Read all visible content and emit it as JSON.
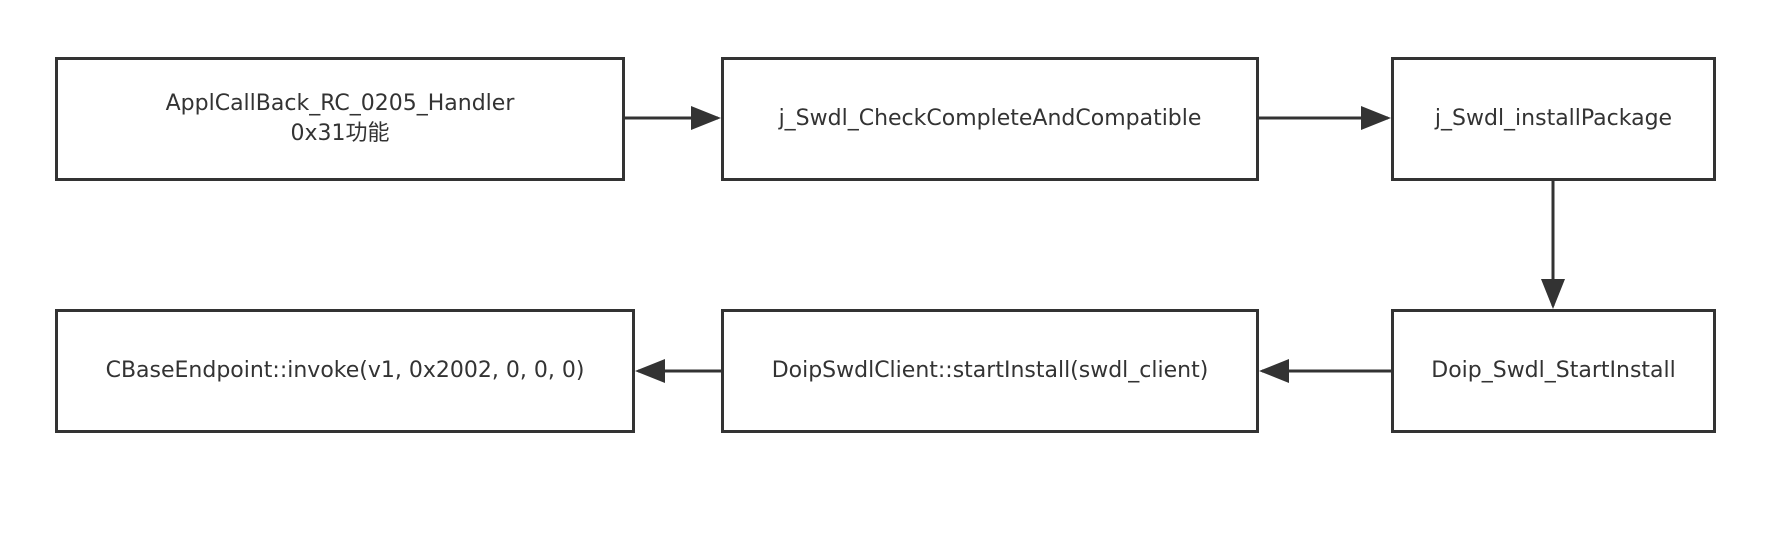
{
  "diagram": {
    "nodes": [
      {
        "id": "n1",
        "lines": [
          "ApplCallBack_RC_0205_Handler",
          "0x31功能"
        ]
      },
      {
        "id": "n2",
        "lines": [
          "j_Swdl_CheckCompleteAndCompatible"
        ]
      },
      {
        "id": "n3",
        "lines": [
          "j_Swdl_installPackage"
        ]
      },
      {
        "id": "n4",
        "lines": [
          "Doip_Swdl_StartInstall"
        ]
      },
      {
        "id": "n5",
        "lines": [
          "DoipSwdlClient::startInstall(swdl_client)"
        ]
      },
      {
        "id": "n6",
        "lines": [
          "CBaseEndpoint::invoke(v1, 0x2002, 0, 0, 0)"
        ]
      }
    ],
    "edges": [
      {
        "from": "n1",
        "to": "n2"
      },
      {
        "from": "n2",
        "to": "n3"
      },
      {
        "from": "n3",
        "to": "n4"
      },
      {
        "from": "n4",
        "to": "n5"
      },
      {
        "from": "n5",
        "to": "n6"
      }
    ],
    "colors": {
      "stroke": "#333333",
      "text": "#333333",
      "background": "#ffffff"
    }
  }
}
